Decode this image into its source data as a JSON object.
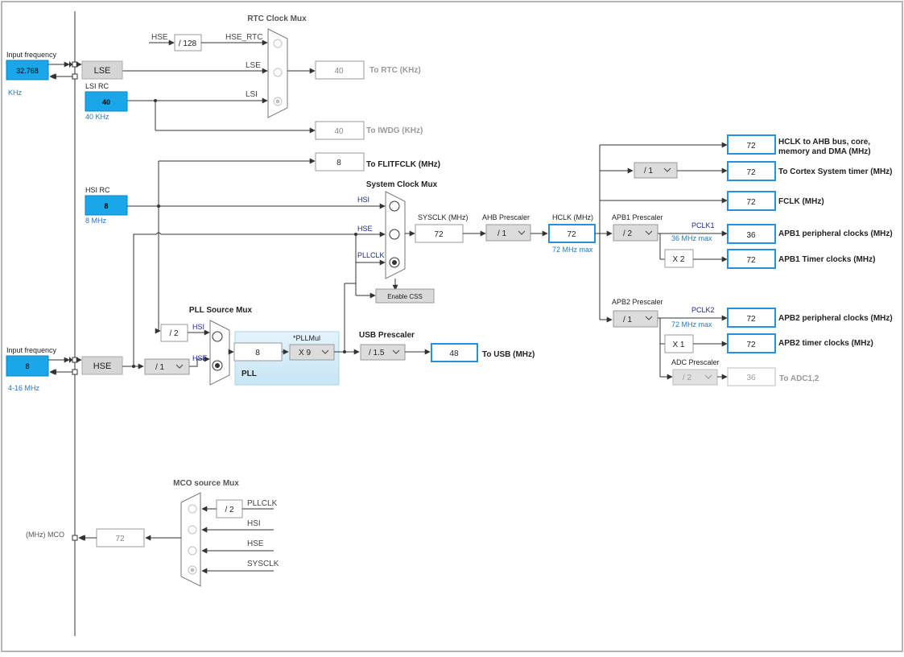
{
  "rtc_mux": {
    "title": "RTC Clock Mux",
    "in_hse": "HSE",
    "div": "/ 128",
    "hse_rtc": "HSE_RTC",
    "lse": "LSE",
    "lsi": "LSI"
  },
  "to_rtc": {
    "value": "40",
    "label": "To RTC (KHz)"
  },
  "to_iwdg": {
    "value": "40",
    "label": "To IWDG (KHz)"
  },
  "to_flit": {
    "value": "8",
    "label": "To FLITFCLK (MHz)"
  },
  "lse": {
    "label_top": "Input frequency",
    "value": "32.768",
    "unit": "KHz",
    "block": "LSE"
  },
  "lsi": {
    "label": "LSI RC",
    "value": "40",
    "unit": "40 KHz"
  },
  "hsi": {
    "label": "HSI RC",
    "value": "8",
    "unit": "8 MHz"
  },
  "hse": {
    "label_top": "Input frequency",
    "value": "8",
    "unit": "4-16 MHz",
    "block": "HSE"
  },
  "hse_div": "/ 1",
  "sys_mux": {
    "title": "System Clock Mux",
    "hsi": "HSI",
    "hse": "HSE",
    "pllclk": "PLLCLK",
    "css": "Enable CSS"
  },
  "sysclk": {
    "label": "SYSCLK (MHz)",
    "value": "72"
  },
  "ahb": {
    "label": "AHB Prescaler",
    "value": "/ 1"
  },
  "hclk": {
    "label": "HCLK (MHz)",
    "value": "72",
    "max": "72 MHz max"
  },
  "apb1": {
    "label": "APB1 Prescaler",
    "value": "/ 2",
    "pclk": "PCLK1",
    "max": "36 MHz max",
    "timer_mul": "X 2"
  },
  "apb2": {
    "label": "APB2 Prescaler",
    "value": "/ 1",
    "pclk": "PCLK2",
    "max": "72 MHz max",
    "timer_mul": "X 1"
  },
  "adc": {
    "label": "ADC Prescaler",
    "value": "/ 2",
    "out": "36",
    "out_label": "To ADC1,2"
  },
  "outputs": [
    {
      "value": "72",
      "label": "HCLK to AHB bus, core,",
      "label2": "memory and DMA (MHz)"
    },
    {
      "value": "72",
      "label": "To Cortex System timer (MHz)",
      "div": "/ 1"
    },
    {
      "value": "72",
      "label": "FCLK (MHz)"
    },
    {
      "value": "36",
      "label": "APB1 peripheral clocks (MHz)"
    },
    {
      "value": "72",
      "label": "APB1 Timer clocks (MHz)"
    },
    {
      "value": "72",
      "label": "APB2 peripheral clocks (MHz)"
    },
    {
      "value": "72",
      "label": "APB2 timer clocks (MHz)"
    }
  ],
  "pll_src": {
    "title": "PLL Source Mux",
    "div": "/ 2",
    "hsi": "HSI",
    "hse": "HSE"
  },
  "pll": {
    "label": "PLL",
    "mul_label": "*PLLMul",
    "in_value": "8",
    "mul": "X 9"
  },
  "usb": {
    "label": "USB Prescaler",
    "div": "/ 1.5",
    "value": "48",
    "out_label": "To USB (MHz)"
  },
  "mco": {
    "title": "MCO source Mux",
    "pll_div": "/ 2",
    "pllclk": "PLLCLK",
    "hsi": "HSI",
    "hse": "HSE",
    "sysclk": "SYSCLK",
    "value": "72",
    "label": "(MHz) MCO"
  }
}
